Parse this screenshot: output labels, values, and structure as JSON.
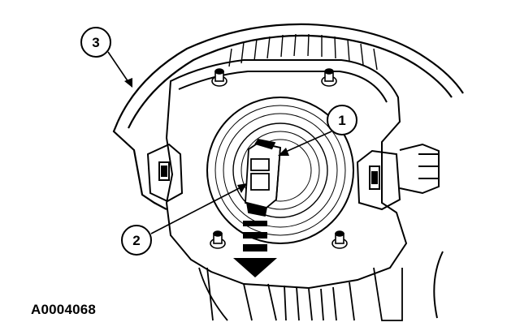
{
  "callouts": [
    {
      "number": "1"
    },
    {
      "number": "2"
    },
    {
      "number": "3"
    }
  ],
  "figure_id": "A0004068",
  "colors": {
    "line": "#000000",
    "background": "#ffffff"
  }
}
